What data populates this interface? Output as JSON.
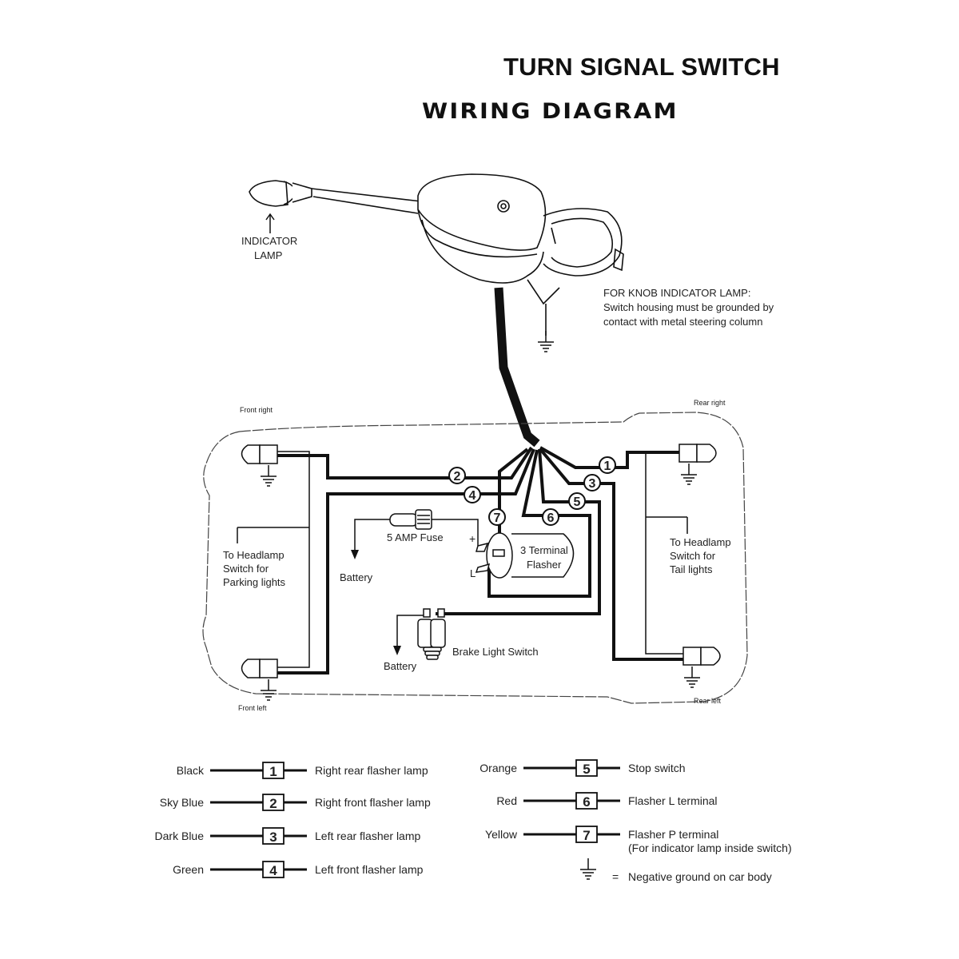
{
  "header": {
    "title": "TURN SIGNAL SWITCH",
    "subtitle": "WIRING DIAGRAM"
  },
  "switch_assembly": {
    "indicator_lamp_label_line1": "INDICATOR",
    "indicator_lamp_label_line2": "LAMP",
    "note_line1": "FOR KNOB INDICATOR LAMP:",
    "note_line2": "Switch housing must be grounded by",
    "note_line3": "contact with metal steering column"
  },
  "car": {
    "corners": {
      "front_right": "Front right",
      "rear_right": "Rear right",
      "front_left": "Front left",
      "rear_left": "Rear left"
    },
    "parking_note": [
      "To Headlamp",
      "Switch for",
      "Parking lights"
    ],
    "tail_note": [
      "To Headlamp",
      "Switch for",
      "Tail lights"
    ],
    "fuse_label": "5 AMP Fuse",
    "battery_label": "Battery",
    "flasher_label_line1": "3 Terminal",
    "flasher_label_line2": "Flasher",
    "flasher_plus": "+",
    "flasher_l": "L",
    "brake_switch_label": "Brake Light Switch",
    "wire_numbers": [
      "1",
      "2",
      "3",
      "4",
      "5",
      "6",
      "7"
    ]
  },
  "legend": {
    "left": [
      {
        "color": "Black",
        "number": "1",
        "desc": "Right rear flasher lamp"
      },
      {
        "color": "Sky Blue",
        "number": "2",
        "desc": "Right front flasher lamp"
      },
      {
        "color": "Dark Blue",
        "number": "3",
        "desc": "Left rear flasher lamp"
      },
      {
        "color": "Green",
        "number": "4",
        "desc": "Left front flasher lamp"
      }
    ],
    "right": [
      {
        "color": "Orange",
        "number": "5",
        "desc": "Stop switch"
      },
      {
        "color": "Red",
        "number": "6",
        "desc": "Flasher L terminal"
      },
      {
        "color": "Yellow",
        "number": "7",
        "desc": "Flasher P terminal",
        "desc2": "(For indicator lamp inside switch)"
      }
    ],
    "ground_symbol_eq": "=",
    "ground_desc": "Negative ground on car body"
  }
}
